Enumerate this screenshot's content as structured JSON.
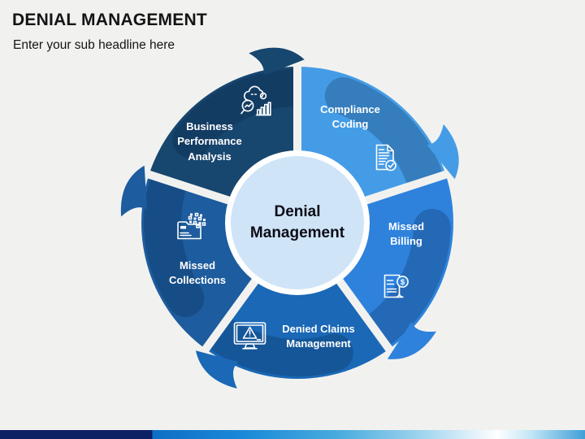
{
  "slide": {
    "title": "DENIAL MANAGEMENT",
    "subtitle": "Enter your sub headline here",
    "background_color": "#f1f2f0"
  },
  "diagram": {
    "center": {
      "label": "Denial\nManagement",
      "fill": "#cfe4f7",
      "ring_color": "#ffffff",
      "text_color": "#0c0c16"
    },
    "label_color": "#ffffff",
    "direction": "clockwise",
    "segments": [
      {
        "id": "compliance-coding",
        "label": "Compliance\nCoding",
        "color": "#459ce6",
        "icon": "document-check-icon"
      },
      {
        "id": "missed-billing",
        "label": "Missed\nBilling",
        "color": "#2e82dc",
        "icon": "invoice-dollar-icon"
      },
      {
        "id": "denied-claims-management",
        "label": "Denied Claims\nManagement",
        "color": "#1a68b6",
        "icon": "monitor-warning-icon"
      },
      {
        "id": "missed-collections",
        "label": "Missed\nCollections",
        "color": "#1d5c9e",
        "icon": "folder-data-icon"
      },
      {
        "id": "business-performance-analysis",
        "label": "Business\nPerformance\nAnalysis",
        "color": "#17466f",
        "icon": "cloud-analysis-icon"
      }
    ]
  },
  "footer_bar": {
    "colors": [
      "#0c2064",
      "#0d6ec4",
      "#49acde",
      "#ffffff",
      "#3f9fd8"
    ]
  }
}
